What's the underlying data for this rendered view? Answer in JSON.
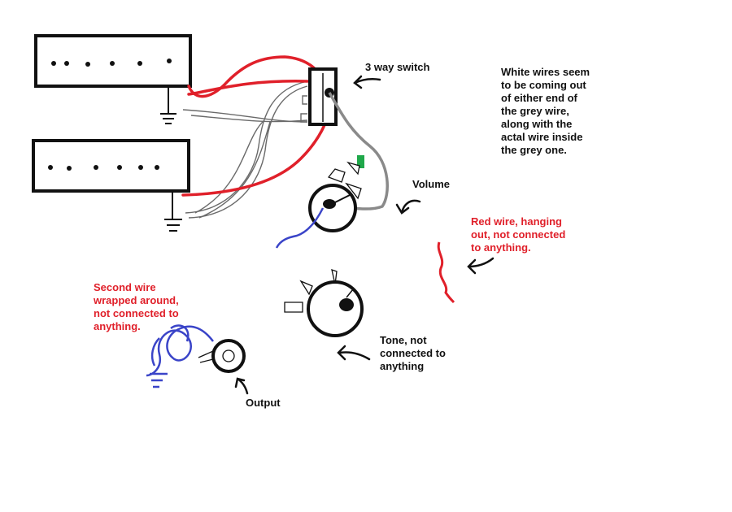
{
  "labels": {
    "switch": "3 way switch",
    "white_wires_note": "White wires seem\nto be coming out\nof either end of\nthe grey wire,\nalong with the\nactal wire inside\nthe grey one.",
    "volume": "Volume",
    "red_wire_note": "Red wire, hanging\nout, not connected\nto anything.",
    "second_wire_note": "Second wire\nwrapped around,\nnot connected to\nanything.",
    "tone": "Tone, not\nconnected to\nanything",
    "output": "Output"
  },
  "colors": {
    "ink": "#111111",
    "red_wire": "#e0202a",
    "grey_wire": "#8a8a8a",
    "blue_wire": "#3a44c8",
    "green_wire": "#1fa84a",
    "white_wire_outline": "#6a6a6a",
    "red_text": "#e0202a"
  }
}
